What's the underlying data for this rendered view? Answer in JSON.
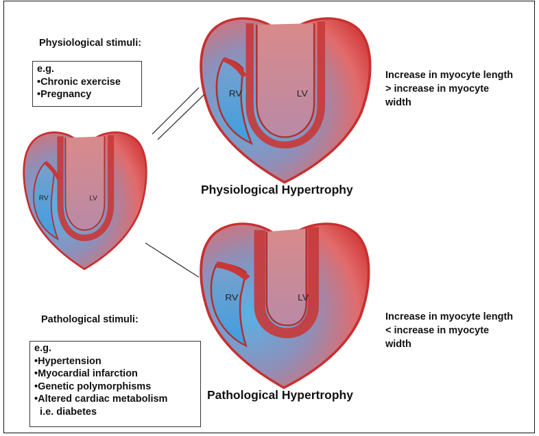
{
  "physiological": {
    "stimuli_title": "Physiological stimuli:",
    "examples_heading": "e.g.",
    "examples": [
      "•Chronic exercise",
      "•Pregnancy"
    ],
    "caption": "Physiological Hypertrophy",
    "description": [
      "Increase in myocyte length",
      "> increase in myocyte",
      "width"
    ]
  },
  "pathological": {
    "stimuli_title": "Pathological stimuli:",
    "examples_heading": "e.g.",
    "examples": [
      "•Hypertension",
      "•Myocardial infarction",
      "•Genetic polymorphisms",
      "•Altered cardiac metabolism",
      "  i.e. diabetes"
    ],
    "caption": "Pathological Hypertrophy",
    "description": [
      "Increase in myocyte length",
      "< increase in myocyte",
      "width"
    ]
  },
  "chambers": {
    "rv": "RV",
    "lv": "LV"
  },
  "colors": {
    "heart_outer": "#d23a3a",
    "heart_inner": "#4aa3dc",
    "line": "#333333"
  }
}
